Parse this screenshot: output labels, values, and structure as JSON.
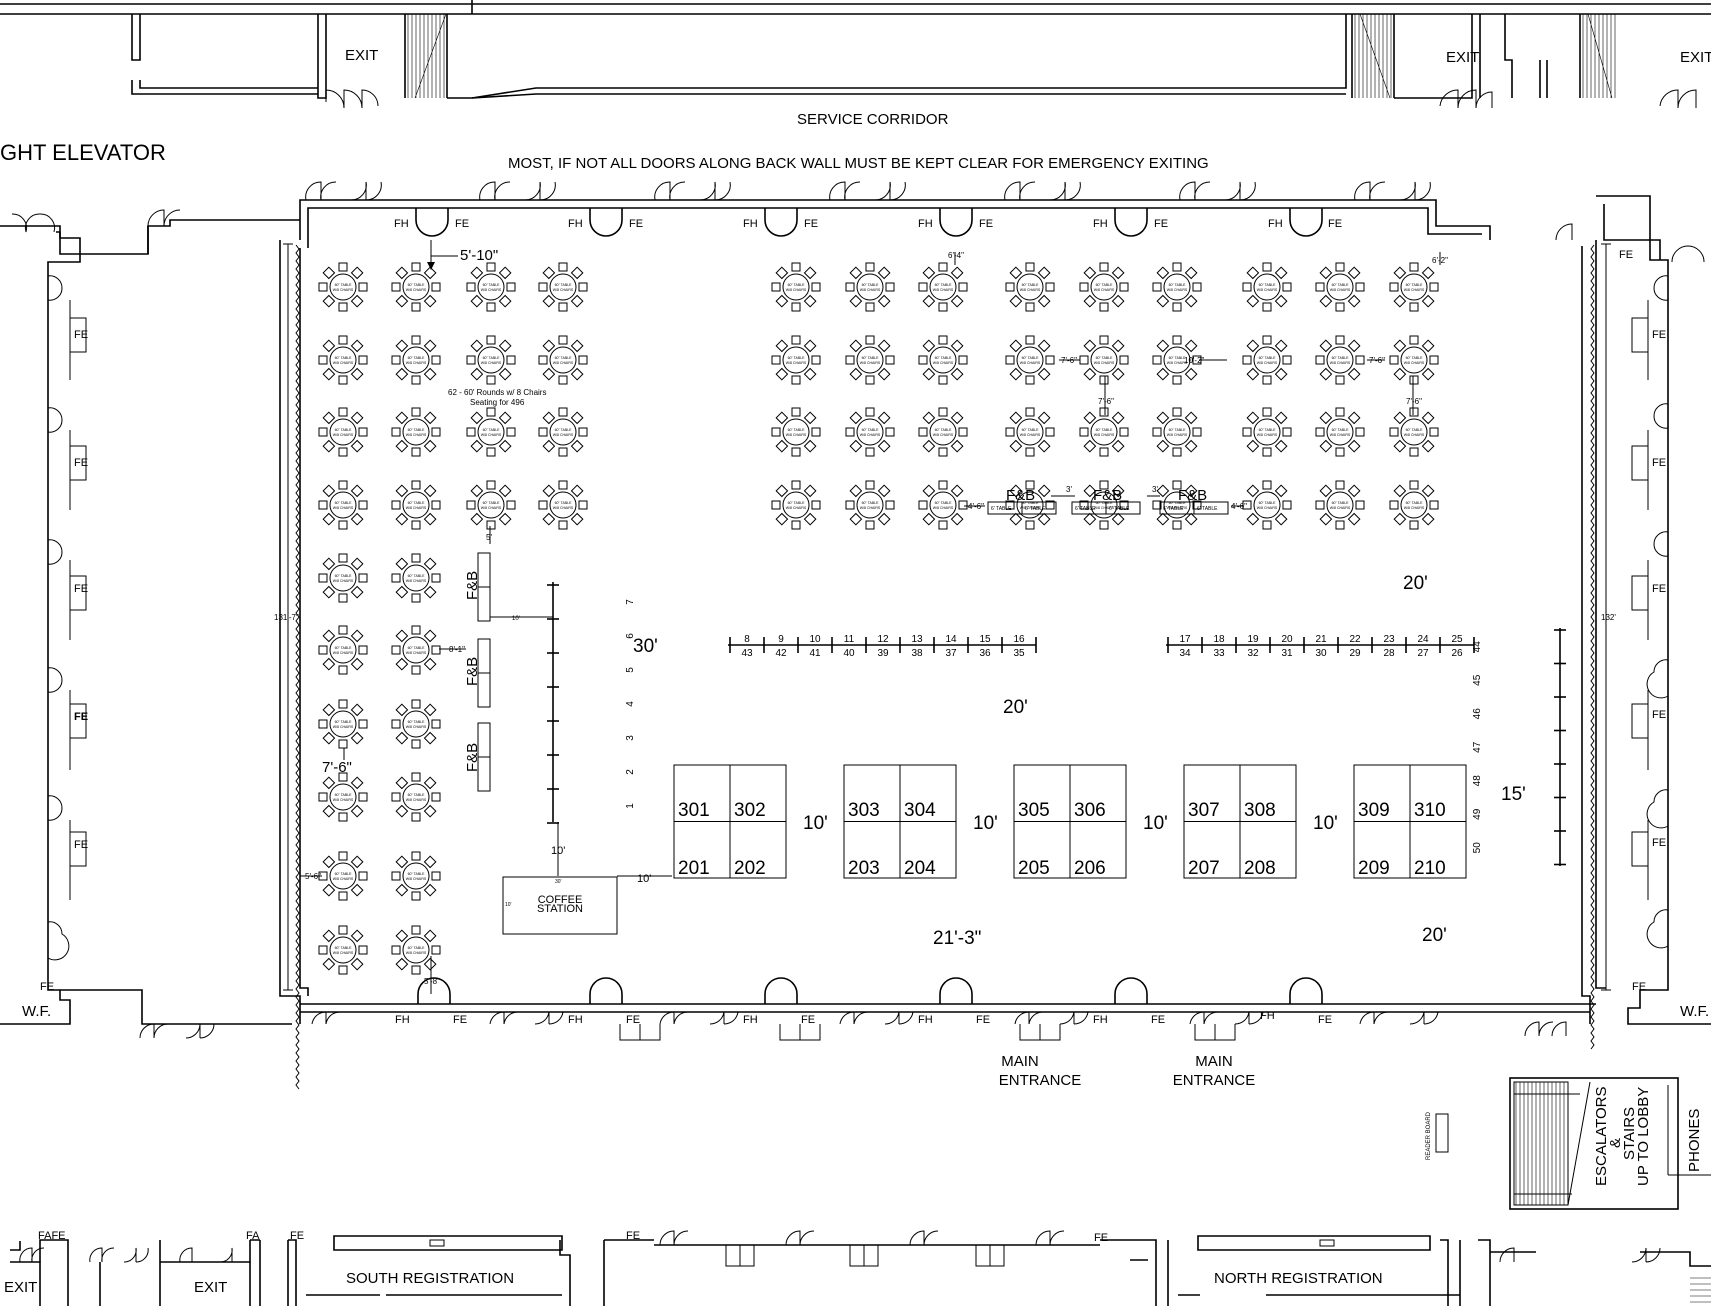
{
  "labels": {
    "service_corridor": "SERVICE CORRIDOR",
    "freight_elevator": "GHT ELEVATOR",
    "notice": "MOST, IF NOT ALL DOORS ALONG BACK WALL MUST BE KEPT CLEAR FOR EMERGENCY EXITING",
    "exit": "EXIT",
    "fh": "FH",
    "fe": "FE",
    "fa": "FA",
    "fafe": "FAFE",
    "wf": "W.F.",
    "fnb": "F&B",
    "main_entrance_1": "MAIN",
    "main_entrance_2": "ENTRANCE",
    "coffee_1": "COFFEE",
    "coffee_2": "STATION",
    "seating_1": "62 - 60' Rounds w/ 8 Chairs",
    "seating_2": "Seating for 496",
    "reader_board": "READER BOARD",
    "escalators": [
      "ESCALATORS",
      "&",
      "STAIRS",
      "UP TO LOBBY"
    ],
    "phones": "PHONES",
    "south_registration": "SOUTH REGISTRATION",
    "north_registration": "NORTH REGISTRATION",
    "table_line_1": "60\" TABLE",
    "table_line_2": "W/8 CHAIRS",
    "six_ft_table": "6' TABLE"
  },
  "dimensions": {
    "d_5_10": "5'-10\"",
    "d_6_4": "6'-4\"",
    "d_6_2": "6'-2\"",
    "d_7_6": "7'-6\"",
    "d_10_2": "10'-2\"",
    "d_4_6": "4'-6\"",
    "d_3": "3'",
    "d_5": "5'",
    "d_8_1": "8'-1\"",
    "d_5_6": "5'-6\"",
    "d_5_8": "5'-8\"",
    "d_10": "10'",
    "d_20": "20'",
    "d_30": "30'",
    "d_15": "15'",
    "d_21_3": "21'-3\"",
    "d_131_7": "131'-7\"",
    "d_132": "132'"
  },
  "booths": {
    "row_a": [
      {
        "top": "8",
        "bottom": "43"
      },
      {
        "top": "9",
        "bottom": "42"
      },
      {
        "top": "10",
        "bottom": "41"
      },
      {
        "top": "11",
        "bottom": "40"
      },
      {
        "top": "12",
        "bottom": "39"
      },
      {
        "top": "13",
        "bottom": "38"
      },
      {
        "top": "14",
        "bottom": "37"
      },
      {
        "top": "15",
        "bottom": "36"
      },
      {
        "top": "16",
        "bottom": "35"
      }
    ],
    "row_b": [
      {
        "top": "17",
        "bottom": "34"
      },
      {
        "top": "18",
        "bottom": "33"
      },
      {
        "top": "19",
        "bottom": "32"
      },
      {
        "top": "20",
        "bottom": "31"
      },
      {
        "top": "21",
        "bottom": "30"
      },
      {
        "top": "22",
        "bottom": "29"
      },
      {
        "top": "23",
        "bottom": "28"
      },
      {
        "top": "24",
        "bottom": "27"
      },
      {
        "top": "25",
        "bottom": "26"
      }
    ],
    "left_column": [
      "7",
      "6",
      "5",
      "4",
      "3",
      "2",
      "1"
    ],
    "right_column": [
      "44",
      "45",
      "46",
      "47",
      "48",
      "49",
      "50"
    ],
    "islands": [
      [
        "301",
        "302",
        "201",
        "202"
      ],
      [
        "303",
        "304",
        "203",
        "204"
      ],
      [
        "305",
        "306",
        "205",
        "206"
      ],
      [
        "307",
        "308",
        "207",
        "208"
      ],
      [
        "309",
        "310",
        "209",
        "210"
      ]
    ]
  }
}
